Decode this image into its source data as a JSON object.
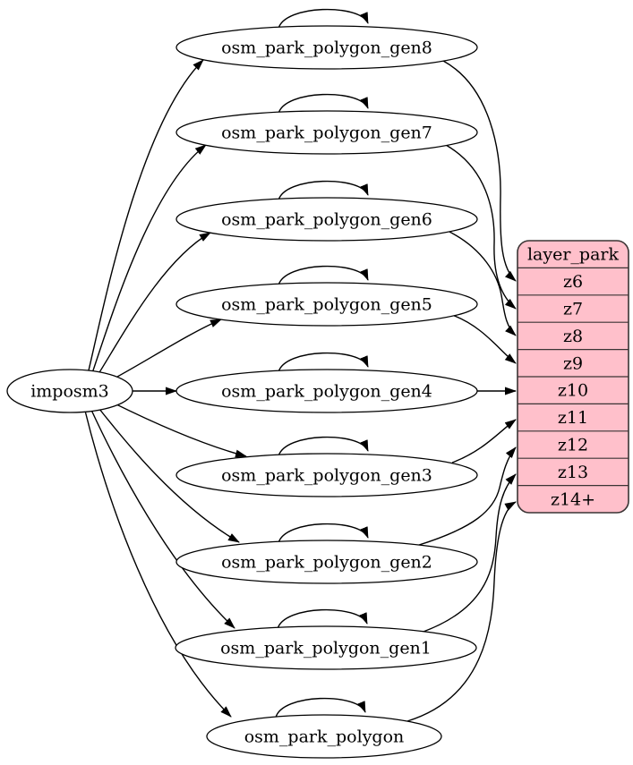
{
  "diagram": {
    "kind": "graphviz-digraph",
    "background": "#ffffff",
    "colors": {
      "node_fill": "#ffffff",
      "node_stroke": "#000000",
      "edge_stroke": "#000000",
      "text": "#000000",
      "table_fill": "#ffc0cb",
      "table_stroke": "#3a3434"
    },
    "nodes": [
      {
        "id": "imposm3",
        "label": "imposm3"
      },
      {
        "id": "osm_park_polygon_gen8",
        "label": "osm_park_polygon_gen8"
      },
      {
        "id": "osm_park_polygon_gen7",
        "label": "osm_park_polygon_gen7"
      },
      {
        "id": "osm_park_polygon_gen6",
        "label": "osm_park_polygon_gen6"
      },
      {
        "id": "osm_park_polygon_gen5",
        "label": "osm_park_polygon_gen5"
      },
      {
        "id": "osm_park_polygon_gen4",
        "label": "osm_park_polygon_gen4"
      },
      {
        "id": "osm_park_polygon_gen3",
        "label": "osm_park_polygon_gen3"
      },
      {
        "id": "osm_park_polygon_gen2",
        "label": "osm_park_polygon_gen2"
      },
      {
        "id": "osm_park_polygon_gen1",
        "label": "osm_park_polygon_gen1"
      },
      {
        "id": "osm_park_polygon",
        "label": "osm_park_polygon"
      }
    ],
    "layer_table": {
      "id": "layer_park",
      "title": "layer_park",
      "rows": [
        "z6",
        "z7",
        "z8",
        "z9",
        "z10",
        "z11",
        "z12",
        "z13",
        "z14+"
      ]
    },
    "edges": [
      {
        "from": "imposm3",
        "to": "osm_park_polygon_gen8"
      },
      {
        "from": "imposm3",
        "to": "osm_park_polygon_gen7"
      },
      {
        "from": "imposm3",
        "to": "osm_park_polygon_gen6"
      },
      {
        "from": "imposm3",
        "to": "osm_park_polygon_gen5"
      },
      {
        "from": "imposm3",
        "to": "osm_park_polygon_gen4"
      },
      {
        "from": "imposm3",
        "to": "osm_park_polygon_gen3"
      },
      {
        "from": "imposm3",
        "to": "osm_park_polygon_gen2"
      },
      {
        "from": "imposm3",
        "to": "osm_park_polygon_gen1"
      },
      {
        "from": "imposm3",
        "to": "osm_park_polygon"
      },
      {
        "from": "osm_park_polygon_gen8",
        "to": "osm_park_polygon_gen8",
        "type": "self-loop"
      },
      {
        "from": "osm_park_polygon_gen7",
        "to": "osm_park_polygon_gen7",
        "type": "self-loop"
      },
      {
        "from": "osm_park_polygon_gen6",
        "to": "osm_park_polygon_gen6",
        "type": "self-loop"
      },
      {
        "from": "osm_park_polygon_gen5",
        "to": "osm_park_polygon_gen5",
        "type": "self-loop"
      },
      {
        "from": "osm_park_polygon_gen4",
        "to": "osm_park_polygon_gen4",
        "type": "self-loop"
      },
      {
        "from": "osm_park_polygon_gen3",
        "to": "osm_park_polygon_gen3",
        "type": "self-loop"
      },
      {
        "from": "osm_park_polygon_gen2",
        "to": "osm_park_polygon_gen2",
        "type": "self-loop"
      },
      {
        "from": "osm_park_polygon_gen1",
        "to": "osm_park_polygon_gen1",
        "type": "self-loop"
      },
      {
        "from": "osm_park_polygon",
        "to": "osm_park_polygon",
        "type": "self-loop"
      },
      {
        "from": "osm_park_polygon_gen8",
        "to": "layer_park:z6"
      },
      {
        "from": "osm_park_polygon_gen7",
        "to": "layer_park:z7"
      },
      {
        "from": "osm_park_polygon_gen6",
        "to": "layer_park:z8"
      },
      {
        "from": "osm_park_polygon_gen5",
        "to": "layer_park:z9"
      },
      {
        "from": "osm_park_polygon_gen4",
        "to": "layer_park:z10"
      },
      {
        "from": "osm_park_polygon_gen3",
        "to": "layer_park:z11"
      },
      {
        "from": "osm_park_polygon_gen2",
        "to": "layer_park:z12"
      },
      {
        "from": "osm_park_polygon_gen1",
        "to": "layer_park:z13"
      },
      {
        "from": "osm_park_polygon",
        "to": "layer_park:z14+"
      }
    ]
  }
}
